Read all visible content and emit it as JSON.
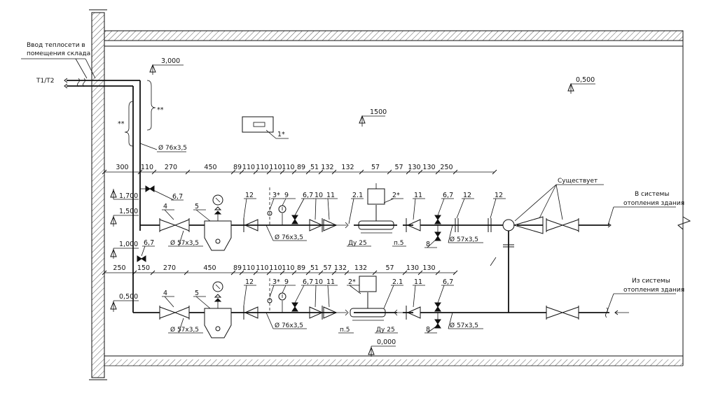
{
  "labels": {
    "inlet_title": [
      "Ввод теплосети в",
      "помещения склада"
    ],
    "t1t2": "T1/T2",
    "to_system": [
      "В системы",
      "отопления здания"
    ],
    "from_system": [
      "Из системы",
      "отопления здания"
    ],
    "existing": "Существует",
    "double_star": "**",
    "item1": "1*"
  },
  "elevations": {
    "e3000": "3,000",
    "e1500_top": "1500",
    "e0500_right": "0,500",
    "e1700": "1,700",
    "e1500": "1,500",
    "e1000": "1,000",
    "e0500_left": "0,500",
    "e0000": "0,000"
  },
  "pipe_sizes": {
    "d76_top": "Ø 76х3,5",
    "d57_a": "Ø 57х3,5",
    "d76_a": "Ø 76х3,5",
    "d57_b": "Ø 57х3,5",
    "d57_c": "Ø 57х3,5",
    "d76_b": "Ø 76х3,5",
    "d57_d": "Ø 57х3,5",
    "du25_a": "Ду 25",
    "du25_b": "Ду 25",
    "p5_a": "п.5",
    "p5_b": "п.5"
  },
  "dims_top": [
    "300",
    "110",
    "270",
    "450",
    "89",
    "110",
    "110",
    "110",
    "110",
    "89",
    "51",
    "132",
    "132",
    "57",
    "57",
    "130",
    "130",
    "250"
  ],
  "dims_bottom": [
    "250",
    "150",
    "270",
    "450",
    "89",
    "110",
    "110",
    "110",
    "110",
    "89",
    "51",
    "57",
    "132",
    "132",
    "57",
    "130",
    "130"
  ],
  "top_items": [
    "6,7",
    "4",
    "5",
    "12",
    "3*",
    "9",
    "6,7",
    "10",
    "11",
    "2.1",
    "2*",
    "11",
    "6,7",
    "12",
    "12",
    "8"
  ],
  "bottom_items": [
    "6,7",
    "4",
    "5",
    "12",
    "3*",
    "9",
    "6,7",
    "10",
    "11",
    "2*",
    "2.1",
    "11",
    "6,7",
    "8"
  ]
}
